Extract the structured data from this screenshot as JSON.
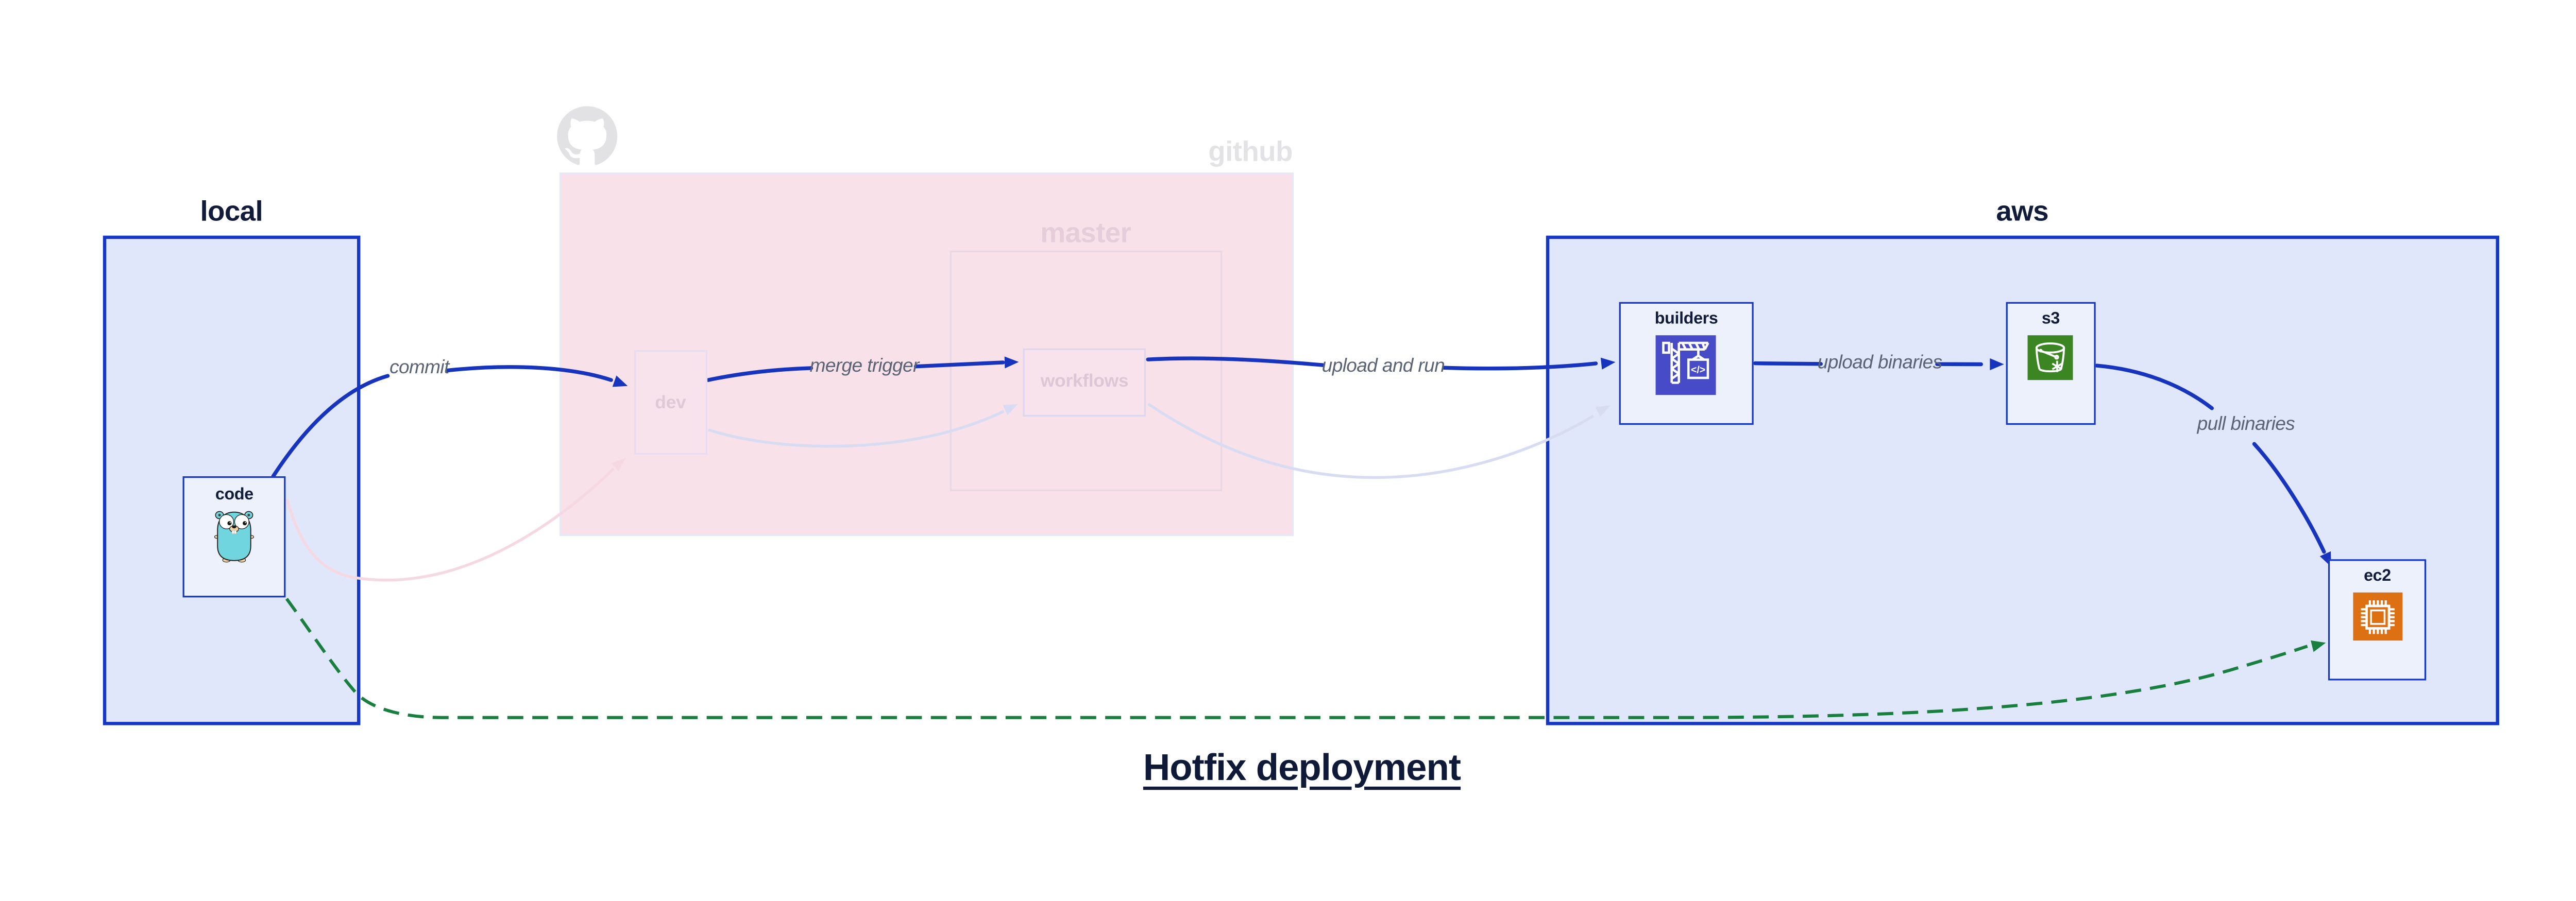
{
  "title": "Hotfix deployment",
  "groups": {
    "local": "local",
    "github": "github",
    "master": "master",
    "aws": "aws"
  },
  "nodes": {
    "code": "code",
    "dev": "dev",
    "workflows": "workflows",
    "builders": "builders",
    "s3": "s3",
    "ec2": "ec2"
  },
  "edge_labels": {
    "commit": "commit",
    "merge_trigger": "merge trigger",
    "upload_and_run": "upload and run",
    "upload_binaries": "upload binaries",
    "pull_binaries": "pull binaries"
  },
  "icons": {
    "code_icon": "go-gopher-icon",
    "github_icon": "github-octocat-icon",
    "builders_icon": "codebuild-crane-icon",
    "s3_icon": "s3-bucket-icon",
    "ec2_icon": "ec2-chip-icon",
    "codebuild_glyph": "</>"
  },
  "colors": {
    "group_fill_blue": "#e1e7fa",
    "group_border_blue": "#1437c4",
    "group_fill_pink": "#f9e1e9",
    "node_fill": "#ecf1fc",
    "edge_blue": "#1634bd",
    "edge_green_dashed": "#187f3e",
    "ghost_pink": "#f5d8e1",
    "ghost_lavender": "#d8dcf2",
    "label_navy": "#111b3a",
    "edge_label_gray": "#5a6373",
    "builders_icon_bg": "#474bc8",
    "s3_icon_bg": "#3b8522",
    "ec2_icon_bg": "#dc7013",
    "gopher_teal": "#70d5de"
  }
}
